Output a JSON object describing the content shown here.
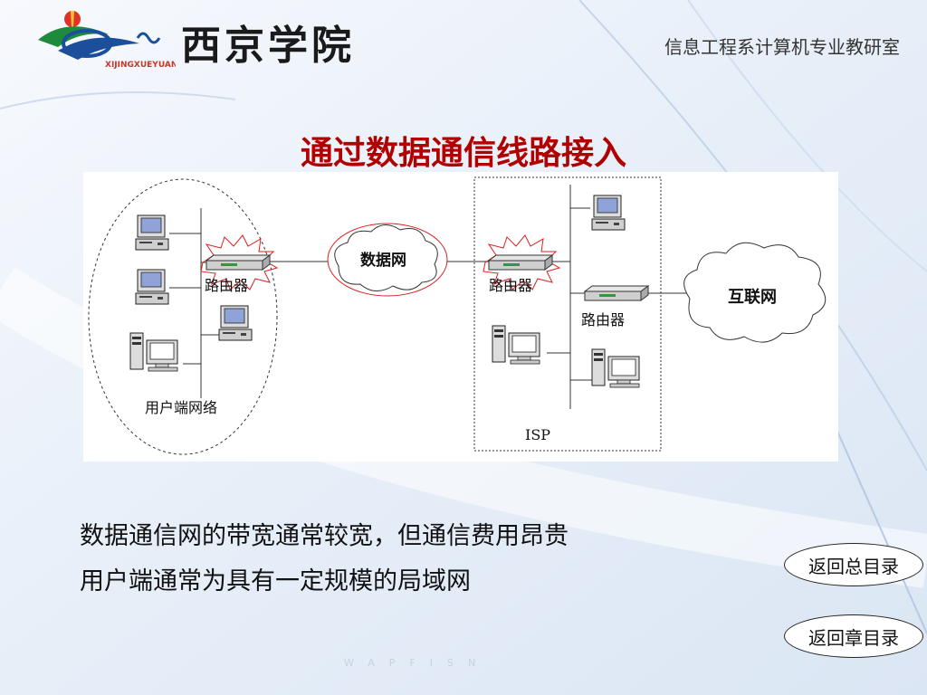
{
  "header": {
    "school_name": "西京学院",
    "logo_caption": "XIJINGXUEYUAN",
    "department": "信息工程系计算机专业教研室"
  },
  "title": "通过数据通信线路接入",
  "diagram": {
    "router_label_user": "路由器",
    "user_network_label": "用户端网络",
    "data_network_label": "数据网",
    "router_label_isp_in": "路由器",
    "router_label_isp_out": "路由器",
    "isp_label": "ISP",
    "internet_label": "互联网"
  },
  "body": {
    "line1": "数据通信网的带宽通常较宽，但通信费用昂贵",
    "line2": "用户端通常为具有一定规模的局域网"
  },
  "nav": {
    "back_to_main": "返回总目录",
    "back_to_chapter": "返回章目录"
  },
  "watermark": "WAPFISN"
}
